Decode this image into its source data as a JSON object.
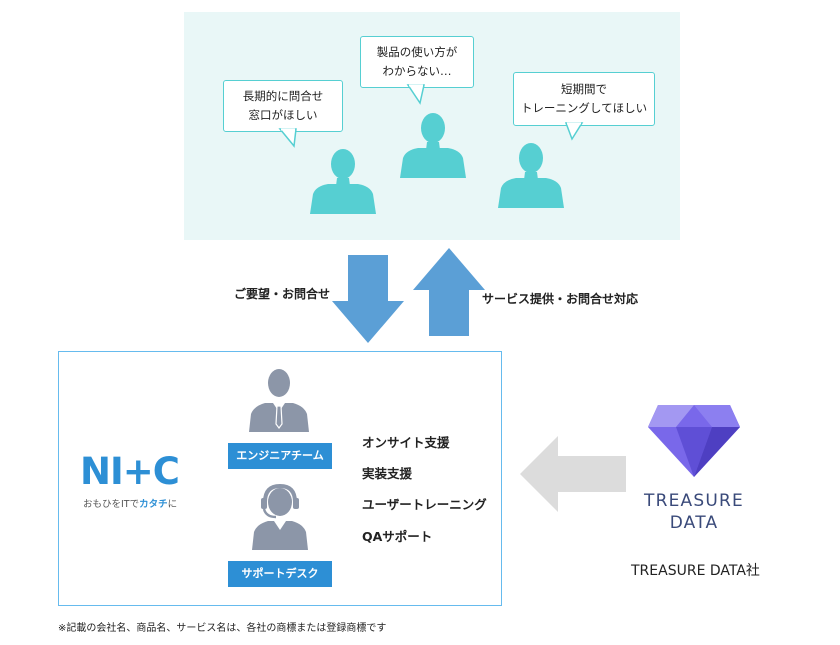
{
  "customers": {
    "bubbles": [
      {
        "lines": [
          "長期的に問合せ",
          "窓口がほしい"
        ]
      },
      {
        "lines": [
          "製品の使い方が",
          "わからない…"
        ]
      },
      {
        "lines": [
          "短期間で",
          "トレーニングしてほしい"
        ]
      }
    ]
  },
  "flow": {
    "down_label": "ご要望・お問合せ",
    "up_label": "サービス提供・お問合せ対応"
  },
  "nic": {
    "logo_text": "NI+C",
    "tagline_prefix": "おもひをITで",
    "tagline_highlight": "カタチ",
    "tagline_suffix": "に",
    "engineer_team": "エンジニアチーム",
    "support_desk": "サポートデスク",
    "services": [
      "オンサイト支援",
      "実装支援",
      "ユーザートレーニング",
      "QAサポート"
    ]
  },
  "vendor": {
    "logo_line1": "TREASURE",
    "logo_line2": "DATA",
    "caption": "TREASURE DATA社"
  },
  "footnote": "※記載の会社名、商品名、サービス名は、各社の商標または登録商標です",
  "colors": {
    "customer_panel_bg": "#e9f7f7",
    "person_teal": "#56cfd2",
    "flow_arrow": "#5b9fd6",
    "nic_blue": "#2d8fd5",
    "staff_gray": "#8c96a8",
    "vendor_arrow": "#dcdcdc",
    "gem_purple": "#6f5fe0",
    "vendor_text": "#3a4a7a"
  }
}
